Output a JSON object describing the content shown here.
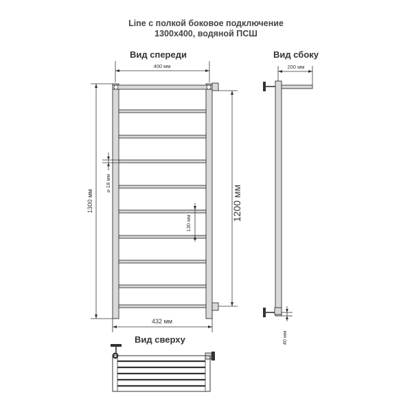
{
  "title": {
    "line1": "Line с полкой боковое подключение",
    "line2": "1300х400, водяной ПСШ"
  },
  "views": {
    "front": "Вид спереди",
    "side": "Вид сбоку",
    "top": "Вид сверху"
  },
  "dimensions": {
    "front_width": "400 мм",
    "side_shelf": "200 мм",
    "total_height": "1300 мм",
    "axis_height": "1200 мм",
    "pipe_diameter": "⌀ 18 мм",
    "rung_pitch": "130 мм",
    "overall_width": "432 мм",
    "wall_offset": "40 мм"
  }
}
